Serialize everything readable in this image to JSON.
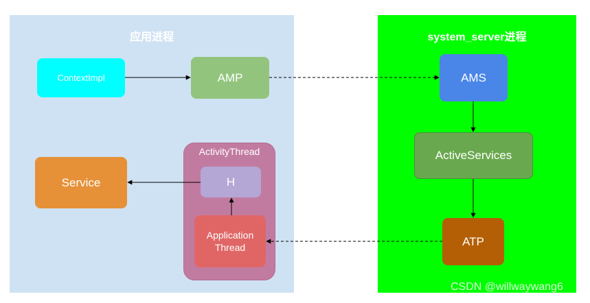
{
  "panels": {
    "app_process": {
      "title": "应用进程",
      "color": "#cfe2f3"
    },
    "system_server": {
      "title": "system_server进程",
      "color": "#00ff00"
    }
  },
  "nodes": {
    "contextimpl": {
      "label": "ContextImpl",
      "color": "#00ffff"
    },
    "amp": {
      "label": "AMP",
      "color": "#93c47d"
    },
    "ams": {
      "label": "AMS",
      "color": "#4a86e8"
    },
    "active_services": {
      "label": "ActiveServices",
      "color": "#6aa84f"
    },
    "atp": {
      "label": "ATP",
      "color": "#b45f06"
    },
    "service": {
      "label": "Service",
      "color": "#e69138"
    },
    "activity_thread": {
      "label": "ActivityThread",
      "color": "#c27ba0"
    },
    "h": {
      "label": "H",
      "color": "#b4a7d6"
    },
    "application_thread": {
      "label": "Application\nThread",
      "color": "#e06666"
    }
  },
  "edges": [
    {
      "from": "contextimpl",
      "to": "amp",
      "style": "solid"
    },
    {
      "from": "amp",
      "to": "ams",
      "style": "dashed"
    },
    {
      "from": "ams",
      "to": "active_services",
      "style": "solid"
    },
    {
      "from": "active_services",
      "to": "atp",
      "style": "solid"
    },
    {
      "from": "atp",
      "to": "application_thread",
      "style": "dashed"
    },
    {
      "from": "application_thread",
      "to": "h",
      "style": "solid"
    },
    {
      "from": "h",
      "to": "service",
      "style": "solid"
    }
  ],
  "watermark": "CSDN @willwaywang6"
}
